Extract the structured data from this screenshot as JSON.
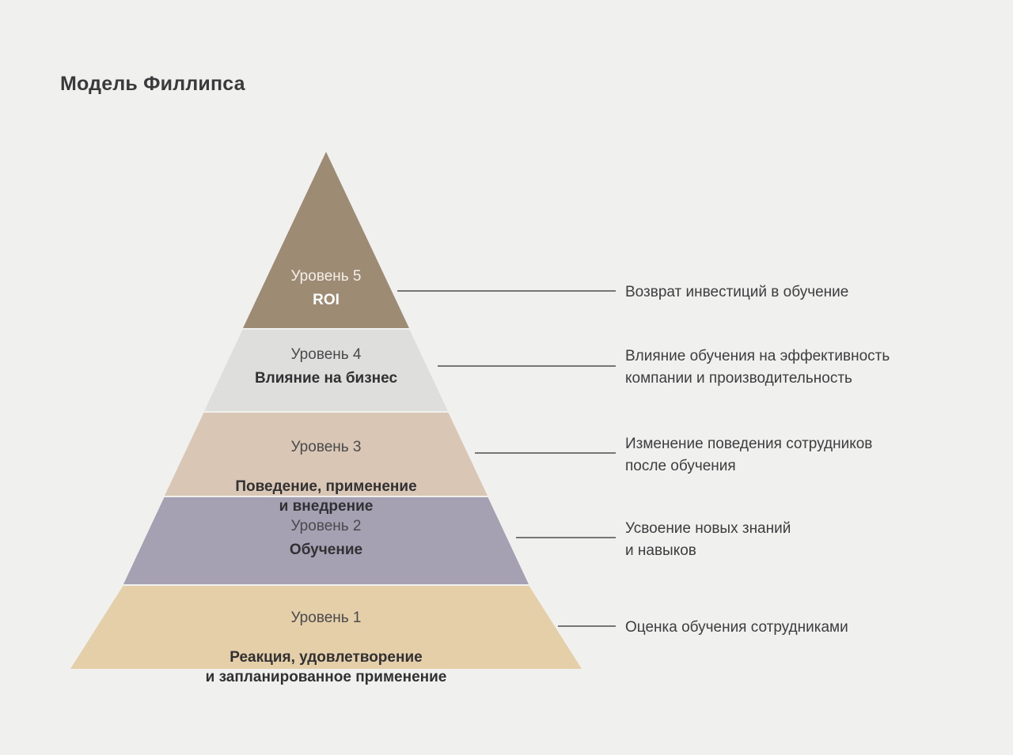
{
  "page": {
    "title": "Модель Филлипса",
    "background_color": "#f0f0ef",
    "text_color": "#3a3a3c"
  },
  "chart_data": {
    "type": "pyramid",
    "title": "Модель Филлипса",
    "orientation": "apex-top",
    "levels": [
      {
        "level_label": "Уровень 5",
        "name": "ROI",
        "description": "Возврат инвестиций в обучение",
        "color": "#9e8b74",
        "text_style": "light",
        "rank": 5
      },
      {
        "level_label": "Уровень 4",
        "name": "Влияние на бизнес",
        "description": "Влияние обучения на эффективность\nкомпании и производительность",
        "color": "#dededd",
        "text_style": "dark",
        "rank": 4
      },
      {
        "level_label": "Уровень 3",
        "name": "Поведение, применение\nи внедрение",
        "description": "Изменение поведения сотрудников\nпосле обучения",
        "color": "#d9c6b4",
        "text_style": "dark",
        "rank": 3
      },
      {
        "level_label": "Уровень 2",
        "name": "Обучение",
        "description": "Усвоение новых знаний\nи навыков",
        "color": "#a5a0b2",
        "text_style": "dark",
        "rank": 2
      },
      {
        "level_label": "Уровень 1",
        "name": "Реакция, удовлетворение\nи запланированное применение",
        "description": "Оценка обучения сотрудниками",
        "color": "#e4cfa8",
        "text_style": "dark",
        "rank": 1
      }
    ],
    "connector_color": "#4d4d4f"
  }
}
